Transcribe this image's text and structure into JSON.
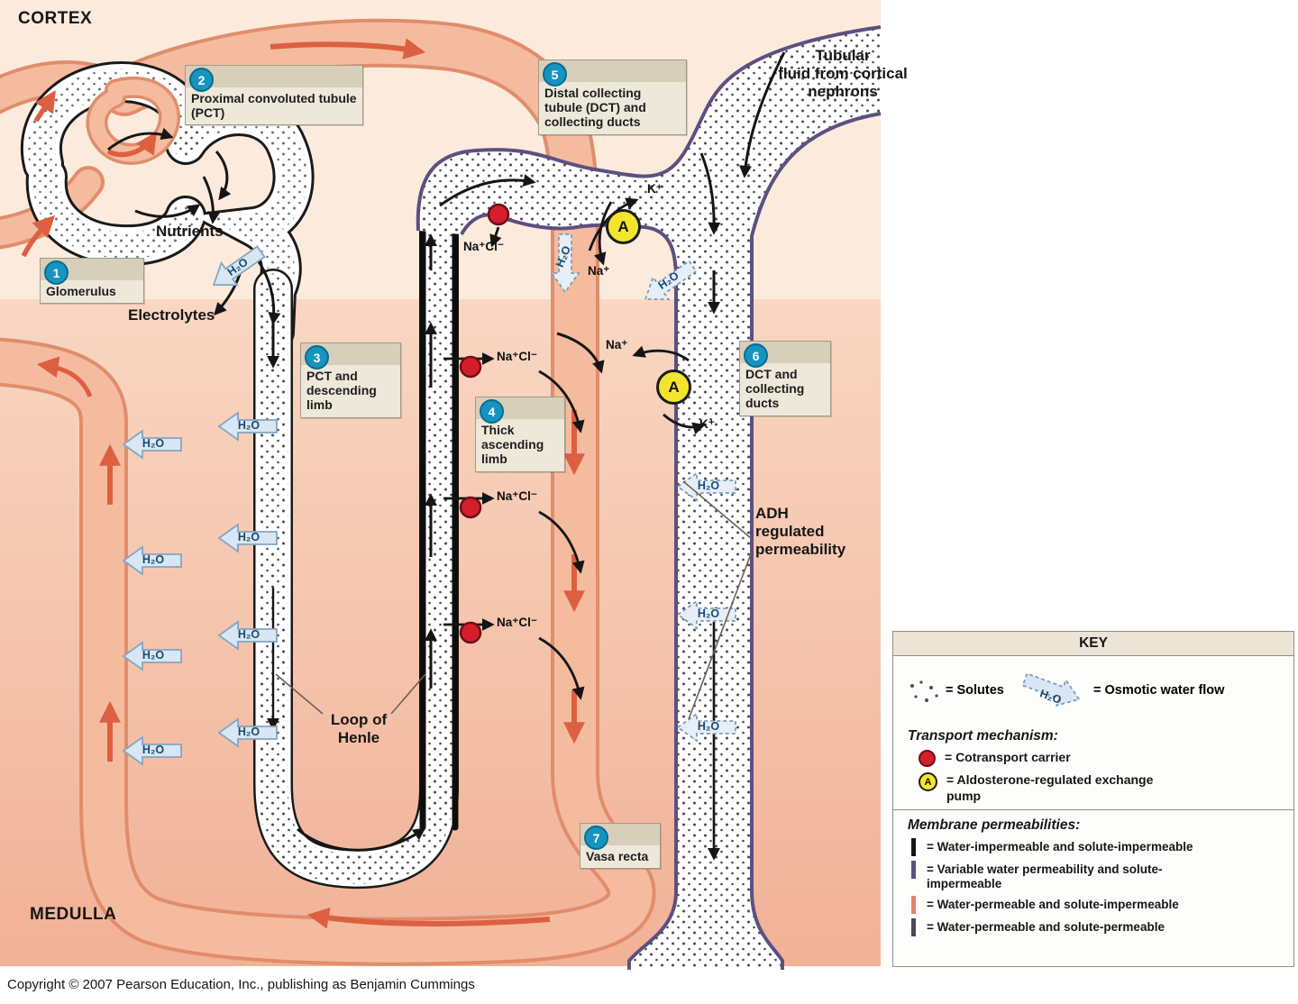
{
  "regions": {
    "cortex": "CORTEX",
    "medulla": "MEDULLA"
  },
  "steps": [
    {
      "num": "1",
      "title": "Glomerulus"
    },
    {
      "num": "2",
      "title": "Proximal convoluted tubule (PCT)"
    },
    {
      "num": "3",
      "title": "PCT and descending limb"
    },
    {
      "num": "4",
      "title": "Thick ascending limb"
    },
    {
      "num": "5",
      "title": "Distal collecting tubule (DCT) and collecting ducts"
    },
    {
      "num": "6",
      "title": "DCT and collecting ducts"
    },
    {
      "num": "7",
      "title": "Vasa recta"
    }
  ],
  "annotations": {
    "tubular_fluid": "Tubular\nfluid from cortical\nnephrons",
    "nutrients": "Nutrients",
    "electrolytes": "Electrolytes",
    "loop_of_henle": "Loop of Henle",
    "adh": "ADH\nregulated\npermeability"
  },
  "molecules": {
    "h2o": "H₂O",
    "nacl": "Na⁺Cl⁻",
    "na": "Na⁺",
    "k": "K⁺",
    "a": "A"
  },
  "key": {
    "title": "KEY",
    "solutes": "= Solutes",
    "osmotic": "= Osmotic water flow",
    "transport_heading": "Transport mechanism:",
    "cotransport": "= Cotransport carrier",
    "aldosterone": "= Aldosterone-regulated exchange pump",
    "membrane_heading": "Membrane permeabilities:",
    "items": [
      {
        "label": "= Water-impermeable and solute-impermeable",
        "color": "#151515"
      },
      {
        "label": "= Variable water permeability and solute-impermeable",
        "color": "#5d5080"
      },
      {
        "label": "= Water-permeable and solute-impermeable",
        "color": "#e8836b"
      },
      {
        "label": "= Water-permeable and solute-permeable",
        "color": "#4a4a58"
      }
    ]
  },
  "colors": {
    "badge": "#1694c0",
    "pump": "#f3e52e",
    "carrier": "#d51e2c",
    "vasa": "#f5bb9f",
    "red_flow": "#dd5f41",
    "membrane_purple": "#5d5080",
    "water": "#d8e7f3"
  },
  "icons": {
    "water_arrow": "block-arrow",
    "solutes": "dot-cluster",
    "cotransport_carrier": "red-dot",
    "exchange_pump": "yellow-circle-A"
  },
  "footer": {
    "copyright": "Copyright © 2007 Pearson Education, Inc., publishing as Benjamin Cummings"
  }
}
